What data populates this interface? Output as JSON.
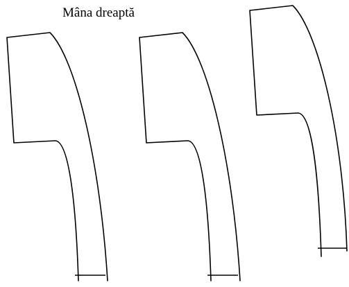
{
  "caption": "Mâna dreaptă",
  "shapes": [
    {
      "name": "finger-shape-1"
    },
    {
      "name": "finger-shape-2"
    },
    {
      "name": "finger-shape-3"
    }
  ]
}
